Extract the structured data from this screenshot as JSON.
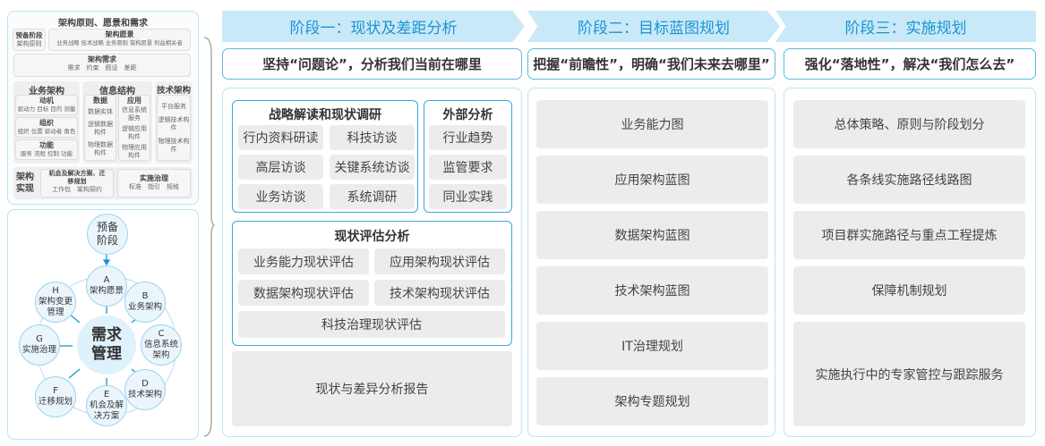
{
  "left_top": {
    "title": "架构原则、愿景和需求",
    "prep": {
      "title": "预备阶段",
      "items": "架构原则"
    },
    "vision": {
      "title": "架构愿景",
      "items": "业务战略 技术战略 业务原则 架构愿景 利益相关者"
    },
    "req": {
      "title": "架构需求",
      "items": "需求　约束　假设　差距"
    },
    "biz": {
      "title": "业务架构",
      "groups": [
        {
          "title": "动机",
          "items": "驱动力 目标 目的 测量"
        },
        {
          "title": "组织",
          "items": "组织 位置 驱动者 角色"
        },
        {
          "title": "功能",
          "items": "服务 流程 控制 功能"
        }
      ]
    },
    "info": {
      "title": "信息结构",
      "data": {
        "title": "数据",
        "items": [
          "数据实体",
          "逻辑数据构件",
          "物理数据构件"
        ]
      },
      "app": {
        "title": "应用",
        "items": [
          "信息系统服务",
          "逻辑应用构件",
          "物理应用构件"
        ]
      }
    },
    "tech": {
      "title": "技术架构",
      "items": [
        "平台服务",
        "逻辑技术构件",
        "物理技术构件"
      ]
    },
    "impl": {
      "title": "架构实现",
      "opp": {
        "title": "机会及解决方案、迁移规划",
        "items": "工作包　架构契约"
      },
      "gov": {
        "title": "实施治理",
        "items": "标准　指引　规格"
      }
    }
  },
  "cycle": {
    "prep": "预备阶段",
    "center": "需求管理",
    "nodes": [
      {
        "letter": "A",
        "label": "架构愿景"
      },
      {
        "letter": "B",
        "label": "业务架构"
      },
      {
        "letter": "C",
        "label": "信息系统架构"
      },
      {
        "letter": "D",
        "label": "技术架构"
      },
      {
        "letter": "E",
        "label": "机会及解决方案"
      },
      {
        "letter": "F",
        "label": "迁移规划"
      },
      {
        "letter": "G",
        "label": "实施治理"
      },
      {
        "letter": "H",
        "label": "架构变更管理"
      }
    ]
  },
  "stages": [
    {
      "title": "阶段一：现状及差距分析",
      "subtitle": "坚持“问题论”，分析我们当前在哪里"
    },
    {
      "title": "阶段二：目标蓝图规划",
      "subtitle": "把握“前瞻性”，明确“我们未来去哪里”"
    },
    {
      "title": "阶段三：实施规划",
      "subtitle": "强化“落地性”，解决“我们怎么去”"
    }
  ],
  "stage1": {
    "strategy": {
      "title": "战略解读和现状调研",
      "items": [
        "行内资料研读",
        "科技访谈",
        "高层访谈",
        "关键系统访谈",
        "业务访谈",
        "系统调研"
      ]
    },
    "external": {
      "title": "外部分析",
      "items": [
        "行业趋势",
        "监管要求",
        "同业实践"
      ]
    },
    "assess": {
      "title": "现状评估分析",
      "items": [
        "业务能力现状评估",
        "应用架构现状评估",
        "数据架构现状评估",
        "技术架构现状评估",
        "科技治理现状评估"
      ]
    },
    "report": "现状与差异分析报告"
  },
  "stage2": {
    "items": [
      "业务能力图",
      "应用架构蓝图",
      "数据架构蓝图",
      "技术架构蓝图",
      "IT治理规划",
      "架构专题规划"
    ]
  },
  "stage3": {
    "items": [
      "总体策略、原则与阶段划分",
      "各条线实施路径线路图",
      "项目群实施路径与重点工程提炼",
      "保障机制规划",
      "实施执行中的专家管控与跟踪服务"
    ]
  },
  "colors": {
    "accent": "#1a95d2",
    "band": "#c9e9f8",
    "card": "#ececec",
    "border": "#3aa9df"
  }
}
